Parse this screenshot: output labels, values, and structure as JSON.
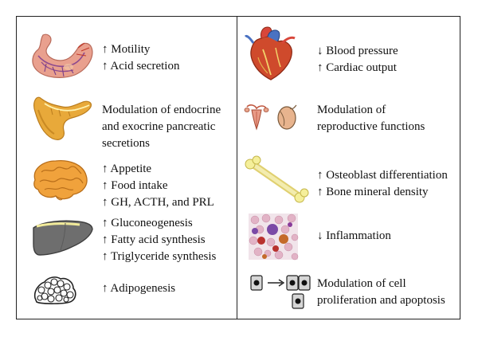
{
  "left_column": [
    {
      "id": "stomach",
      "icon": "stomach-icon",
      "lines": [
        "↑ Motility",
        "↑ Acid secretion"
      ]
    },
    {
      "id": "pancreas",
      "icon": "pancreas-icon",
      "lines": [
        "Modulation of endocrine",
        "and exocrine pancreatic",
        "secretions"
      ]
    },
    {
      "id": "brain",
      "icon": "brain-icon",
      "lines": [
        "↑ Appetite",
        "↑ Food intake",
        "↑ GH, ACTH, and PRL"
      ]
    },
    {
      "id": "liver",
      "icon": "liver-icon",
      "lines": [
        "↑ Gluconeogenesis",
        "↑ Fatty acid synthesis",
        "↑ Triglyceride synthesis"
      ]
    },
    {
      "id": "adipose",
      "icon": "adipose-tissue-icon",
      "lines": [
        "↑ Adipogenesis"
      ]
    }
  ],
  "right_column": [
    {
      "id": "heart",
      "icon": "heart-icon",
      "lines": [
        "↓ Blood pressure",
        "↑ Cardiac output"
      ]
    },
    {
      "id": "reproductive",
      "icon": "reproductive-organs-icon",
      "lines": [
        "Modulation of",
        "reproductive functions"
      ]
    },
    {
      "id": "bone",
      "icon": "bone-icon",
      "lines": [
        "↑ Osteoblast differentiation",
        "↑ Bone mineral density"
      ]
    },
    {
      "id": "inflammation",
      "icon": "blood-cells-icon",
      "lines": [
        "↓ Inflammation"
      ]
    },
    {
      "id": "cell",
      "icon": "cell-division-icon",
      "lines": [
        "Modulation of cell",
        "proliferation and apoptosis"
      ]
    }
  ]
}
